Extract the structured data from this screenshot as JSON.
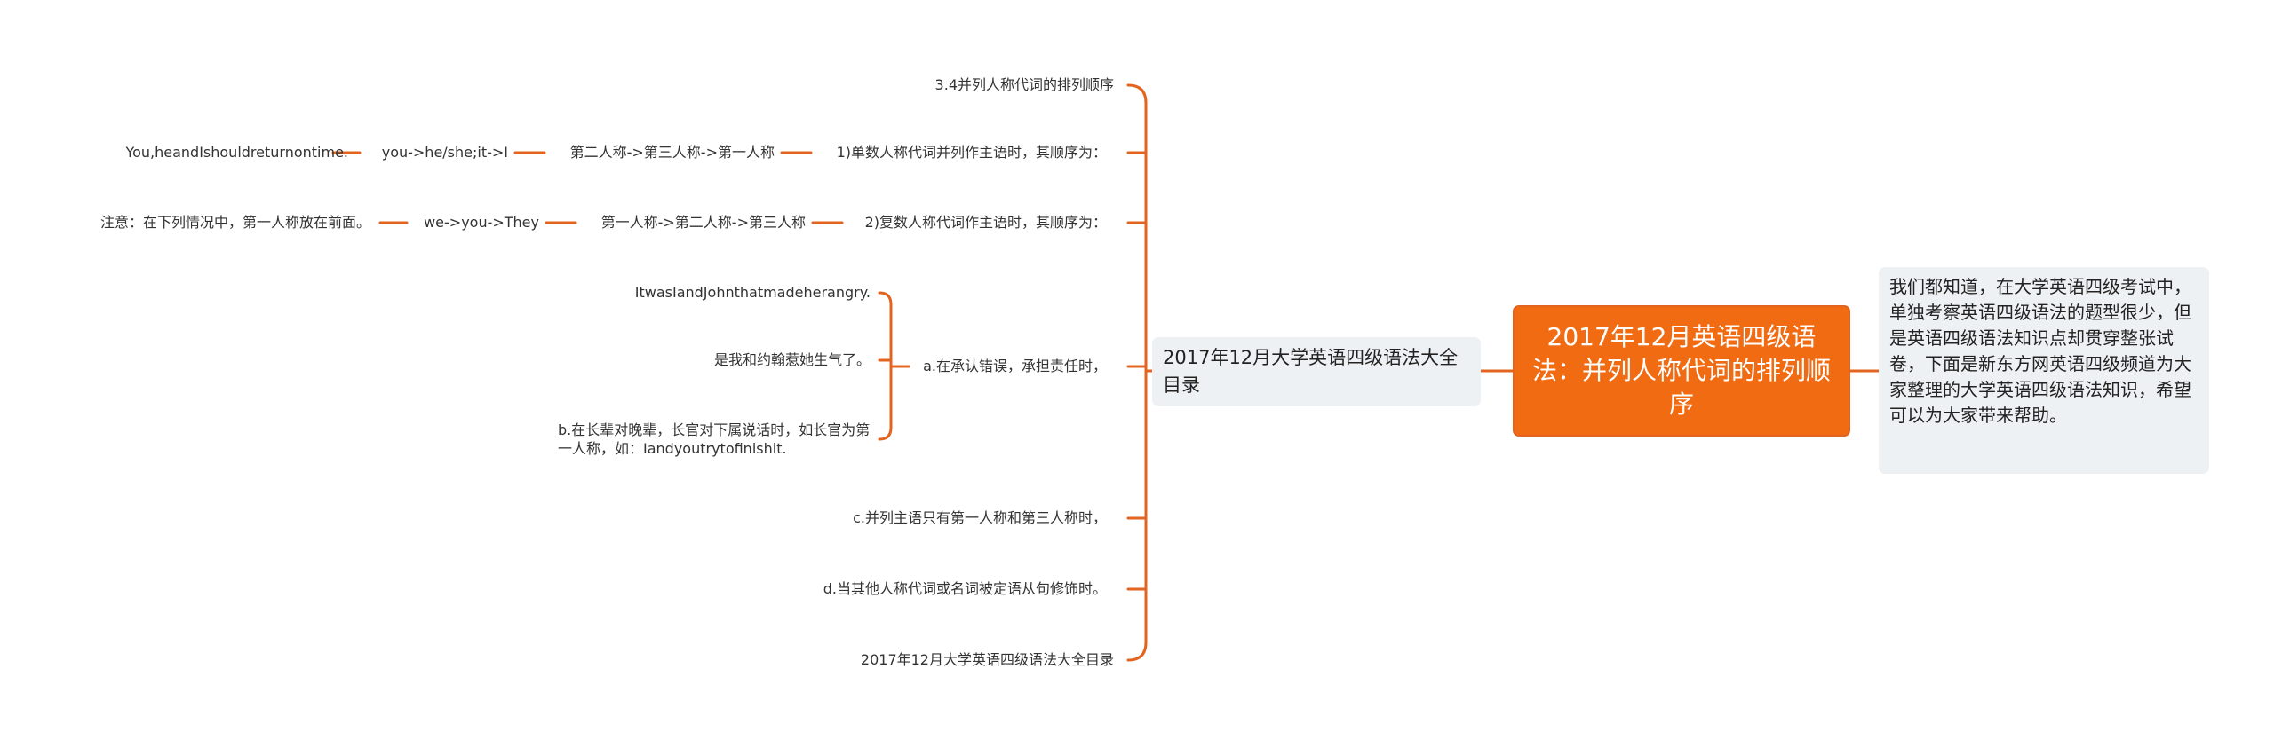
{
  "colors": {
    "accent": "#e2641f",
    "root_fill": "#f06b12",
    "box_fill": "#eef1f3"
  },
  "root": {
    "title": "2017年12月英语四级语法：并列人称代词的排列顺序"
  },
  "info": {
    "text": "我们都知道，在大学英语四级考试中，单独考察英语四级语法的题型很少，但是英语四级语法知识点却贯穿整张试卷，下面是新东方网英语四级频道为大家整理的大学英语四级语法知识，希望可以为大家带来帮助。"
  },
  "branch": {
    "label": "2017年12月大学英语四级语法大全目录"
  },
  "items": {
    "order_title": "3.4并列人称代词的排列顺序",
    "singular": "1)单数人称代词并列作主语时，其顺序为：",
    "singular_order": "第二人称->第三人称->第一人称",
    "singular_example": "you->he/she;it->I",
    "singular_sentence": "You,heandIshouldreturnontime.",
    "plural": "2)复数人称代词作主语时，其顺序为：",
    "plural_order": "第一人称->第二人称->第三人称",
    "plural_example": "we->you->They",
    "note": "注意：在下列情况中，第一人称放在前面。",
    "case_a": "a.在承认错误，承担责任时，",
    "case_a_en": "ItwasIandJohnthatmadeherangry.",
    "case_a_cn": "是我和约翰惹她生气了。",
    "case_b": "b.在长辈对晚辈，长官对下属说话时，如长官为第一人称，如：Iandyoutrytofinishit.",
    "case_c": "c.并列主语只有第一人称和第三人称时，",
    "case_d": "d.当其他人称代词或名词被定语从句修饰时。",
    "catalog": "2017年12月大学英语四级语法大全目录"
  }
}
